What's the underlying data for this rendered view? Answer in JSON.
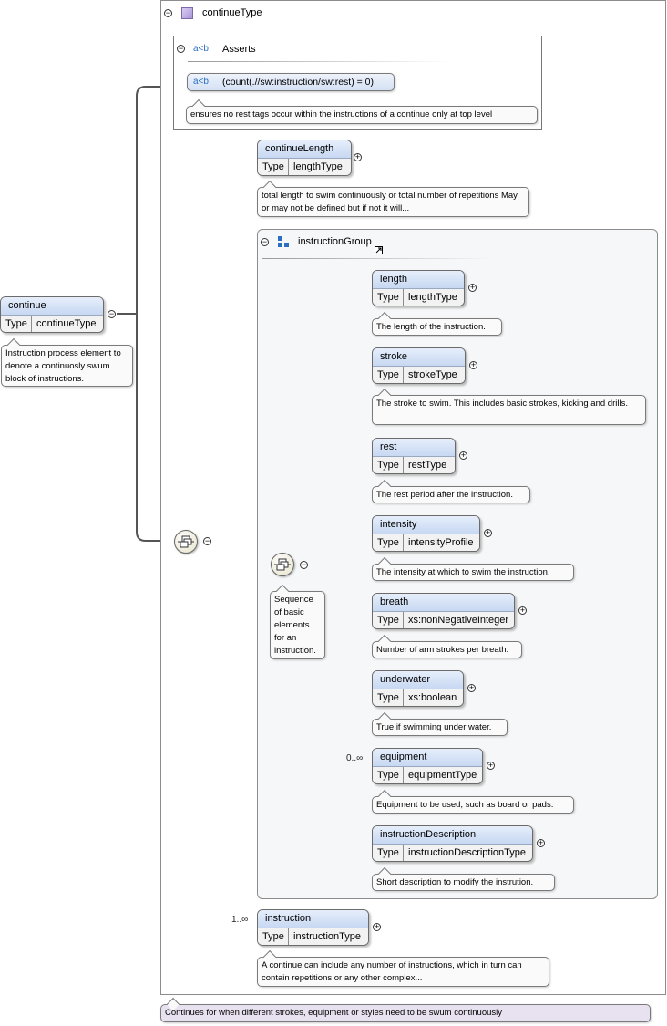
{
  "root": {
    "name": "continue",
    "type_label": "Type",
    "type_value": "continueType",
    "note": "Instruction process element to denote a continuosly swum block of instructions."
  },
  "complex_type": {
    "name": "continueType",
    "note": "Continues for when different strokes, equipment or styles need to be swum continuously"
  },
  "asserts": {
    "icon": "a<b",
    "title": "Asserts",
    "test": "(count(.//sw:instruction/sw:rest) = 0)",
    "note": "ensures no rest tags occur within the instructions of a continue only at top level"
  },
  "continue_length": {
    "name": "continueLength",
    "type_label": "Type",
    "type_value": "lengthType",
    "note": "total length to swim continuously or total number of repetitions May or may not be defined but if not it will..."
  },
  "instruction_group": {
    "name": "instructionGroup",
    "sequence_note": "Sequence of basic elements for an instruction.",
    "elements": [
      {
        "name": "length",
        "type_label": "Type",
        "type_value": "lengthType",
        "occurs": "",
        "note": "The length of the instruction."
      },
      {
        "name": "stroke",
        "type_label": "Type",
        "type_value": "strokeType",
        "occurs": "",
        "note": "The stroke to swim. This includes basic strokes, kicking and drills."
      },
      {
        "name": "rest",
        "type_label": "Type",
        "type_value": "restType",
        "occurs": "",
        "note": "The rest period after the instruction."
      },
      {
        "name": "intensity",
        "type_label": "Type",
        "type_value": "intensityProfile",
        "occurs": "",
        "note": "The intensity at which to swim the instruction."
      },
      {
        "name": "breath",
        "type_label": "Type",
        "type_value": "xs:nonNegativeInteger",
        "occurs": "",
        "note": "Number of arm strokes per breath."
      },
      {
        "name": "underwater",
        "type_label": "Type",
        "type_value": "xs:boolean",
        "occurs": "",
        "note": "True if swimming under water."
      },
      {
        "name": "equipment",
        "type_label": "Type",
        "type_value": "equipmentType",
        "occurs": "0..∞",
        "note": "Equipment to be used, such as board or pads."
      },
      {
        "name": "instructionDescription",
        "type_label": "Type",
        "type_value": "instructionDescriptionType",
        "occurs": "",
        "note": "Short description to modify the instrution."
      }
    ]
  },
  "instruction": {
    "name": "instruction",
    "type_label": "Type",
    "type_value": "instructionType",
    "occurs": "1..∞",
    "note": "A continue can include any number of instructions, which in turn can contain repetitions or any other complex..."
  },
  "icons": {
    "collapse": "−",
    "expand": "+"
  },
  "colors": {
    "element_header": "#c7d8f2",
    "complex_type_note": "#e8e2f0",
    "connector": "#555555"
  }
}
